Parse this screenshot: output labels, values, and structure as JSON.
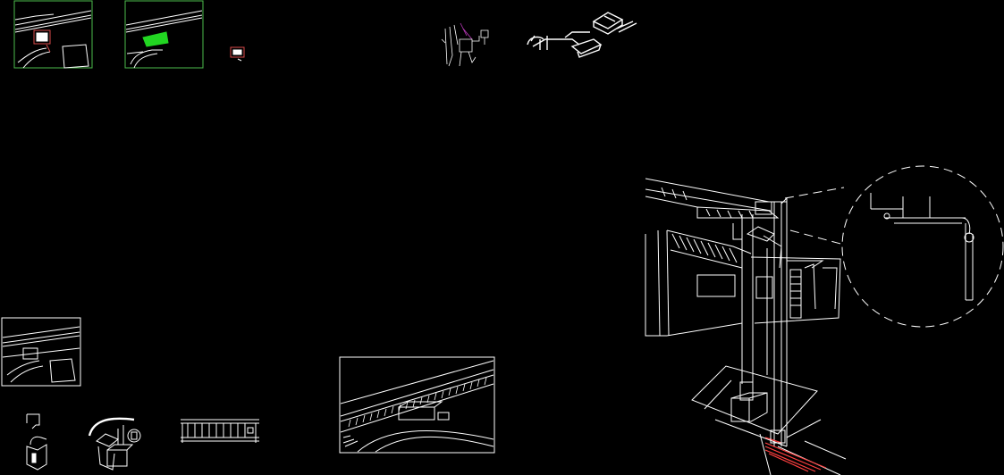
{
  "window": {
    "background": "#000000"
  },
  "colors": {
    "linework": "#ffffff",
    "viewport_frame": "#4dbb4d",
    "highlight_green": "#22d622",
    "hatch_red": "#d84a4a",
    "accent_magenta": "#c23cc2",
    "pipe_fill_red": "#ff4040"
  },
  "drawings": [
    {
      "name": "site-thumbnail-1",
      "kind": "plan viewport"
    },
    {
      "name": "site-thumbnail-2",
      "kind": "plan viewport"
    },
    {
      "name": "mini-plan",
      "kind": "plan"
    },
    {
      "name": "detail-sketch-small",
      "kind": "isometric"
    },
    {
      "name": "pipe-isometric",
      "kind": "isometric"
    },
    {
      "name": "site-plan-small",
      "kind": "plan viewport"
    },
    {
      "name": "aerial-perspective",
      "kind": "perspective viewport"
    },
    {
      "name": "equipment-details",
      "kind": "isometric"
    },
    {
      "name": "railing-elevation",
      "kind": "elevation"
    },
    {
      "name": "canopy-pipe-perspective",
      "kind": "perspective"
    },
    {
      "name": "detail-callout-circle",
      "kind": "detail"
    }
  ]
}
